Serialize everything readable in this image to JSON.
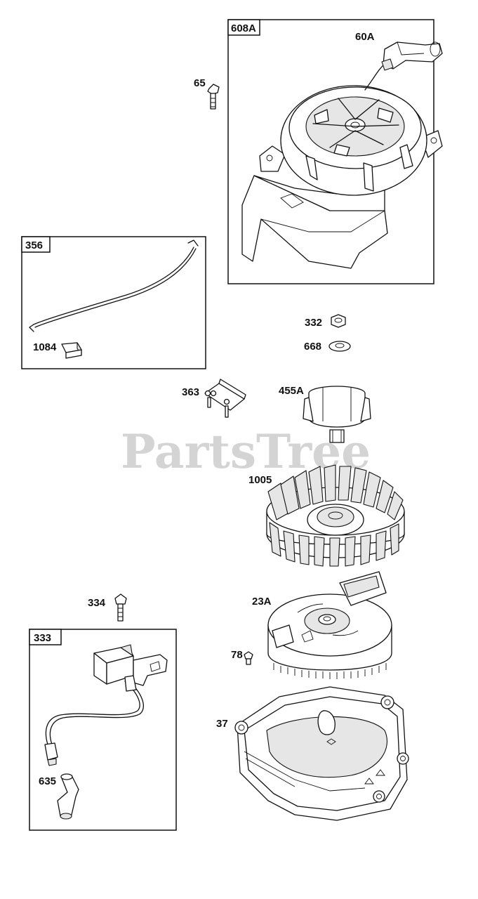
{
  "watermark": {
    "text": "PartsTree",
    "mark": "™"
  },
  "boxes": {
    "recoil_assembly": "608A",
    "fuel_line": "356",
    "ignition_armature": "333"
  },
  "parts": {
    "handle": "60A",
    "screw": "65",
    "clip": "1084",
    "nut": "332",
    "washer": "668",
    "bracket": "363",
    "cup": "455A",
    "fan": "1005",
    "flywheel": "23A",
    "screw_long": "334",
    "screw_small": "78",
    "blower_housing": "37",
    "spark_boot": "635"
  }
}
